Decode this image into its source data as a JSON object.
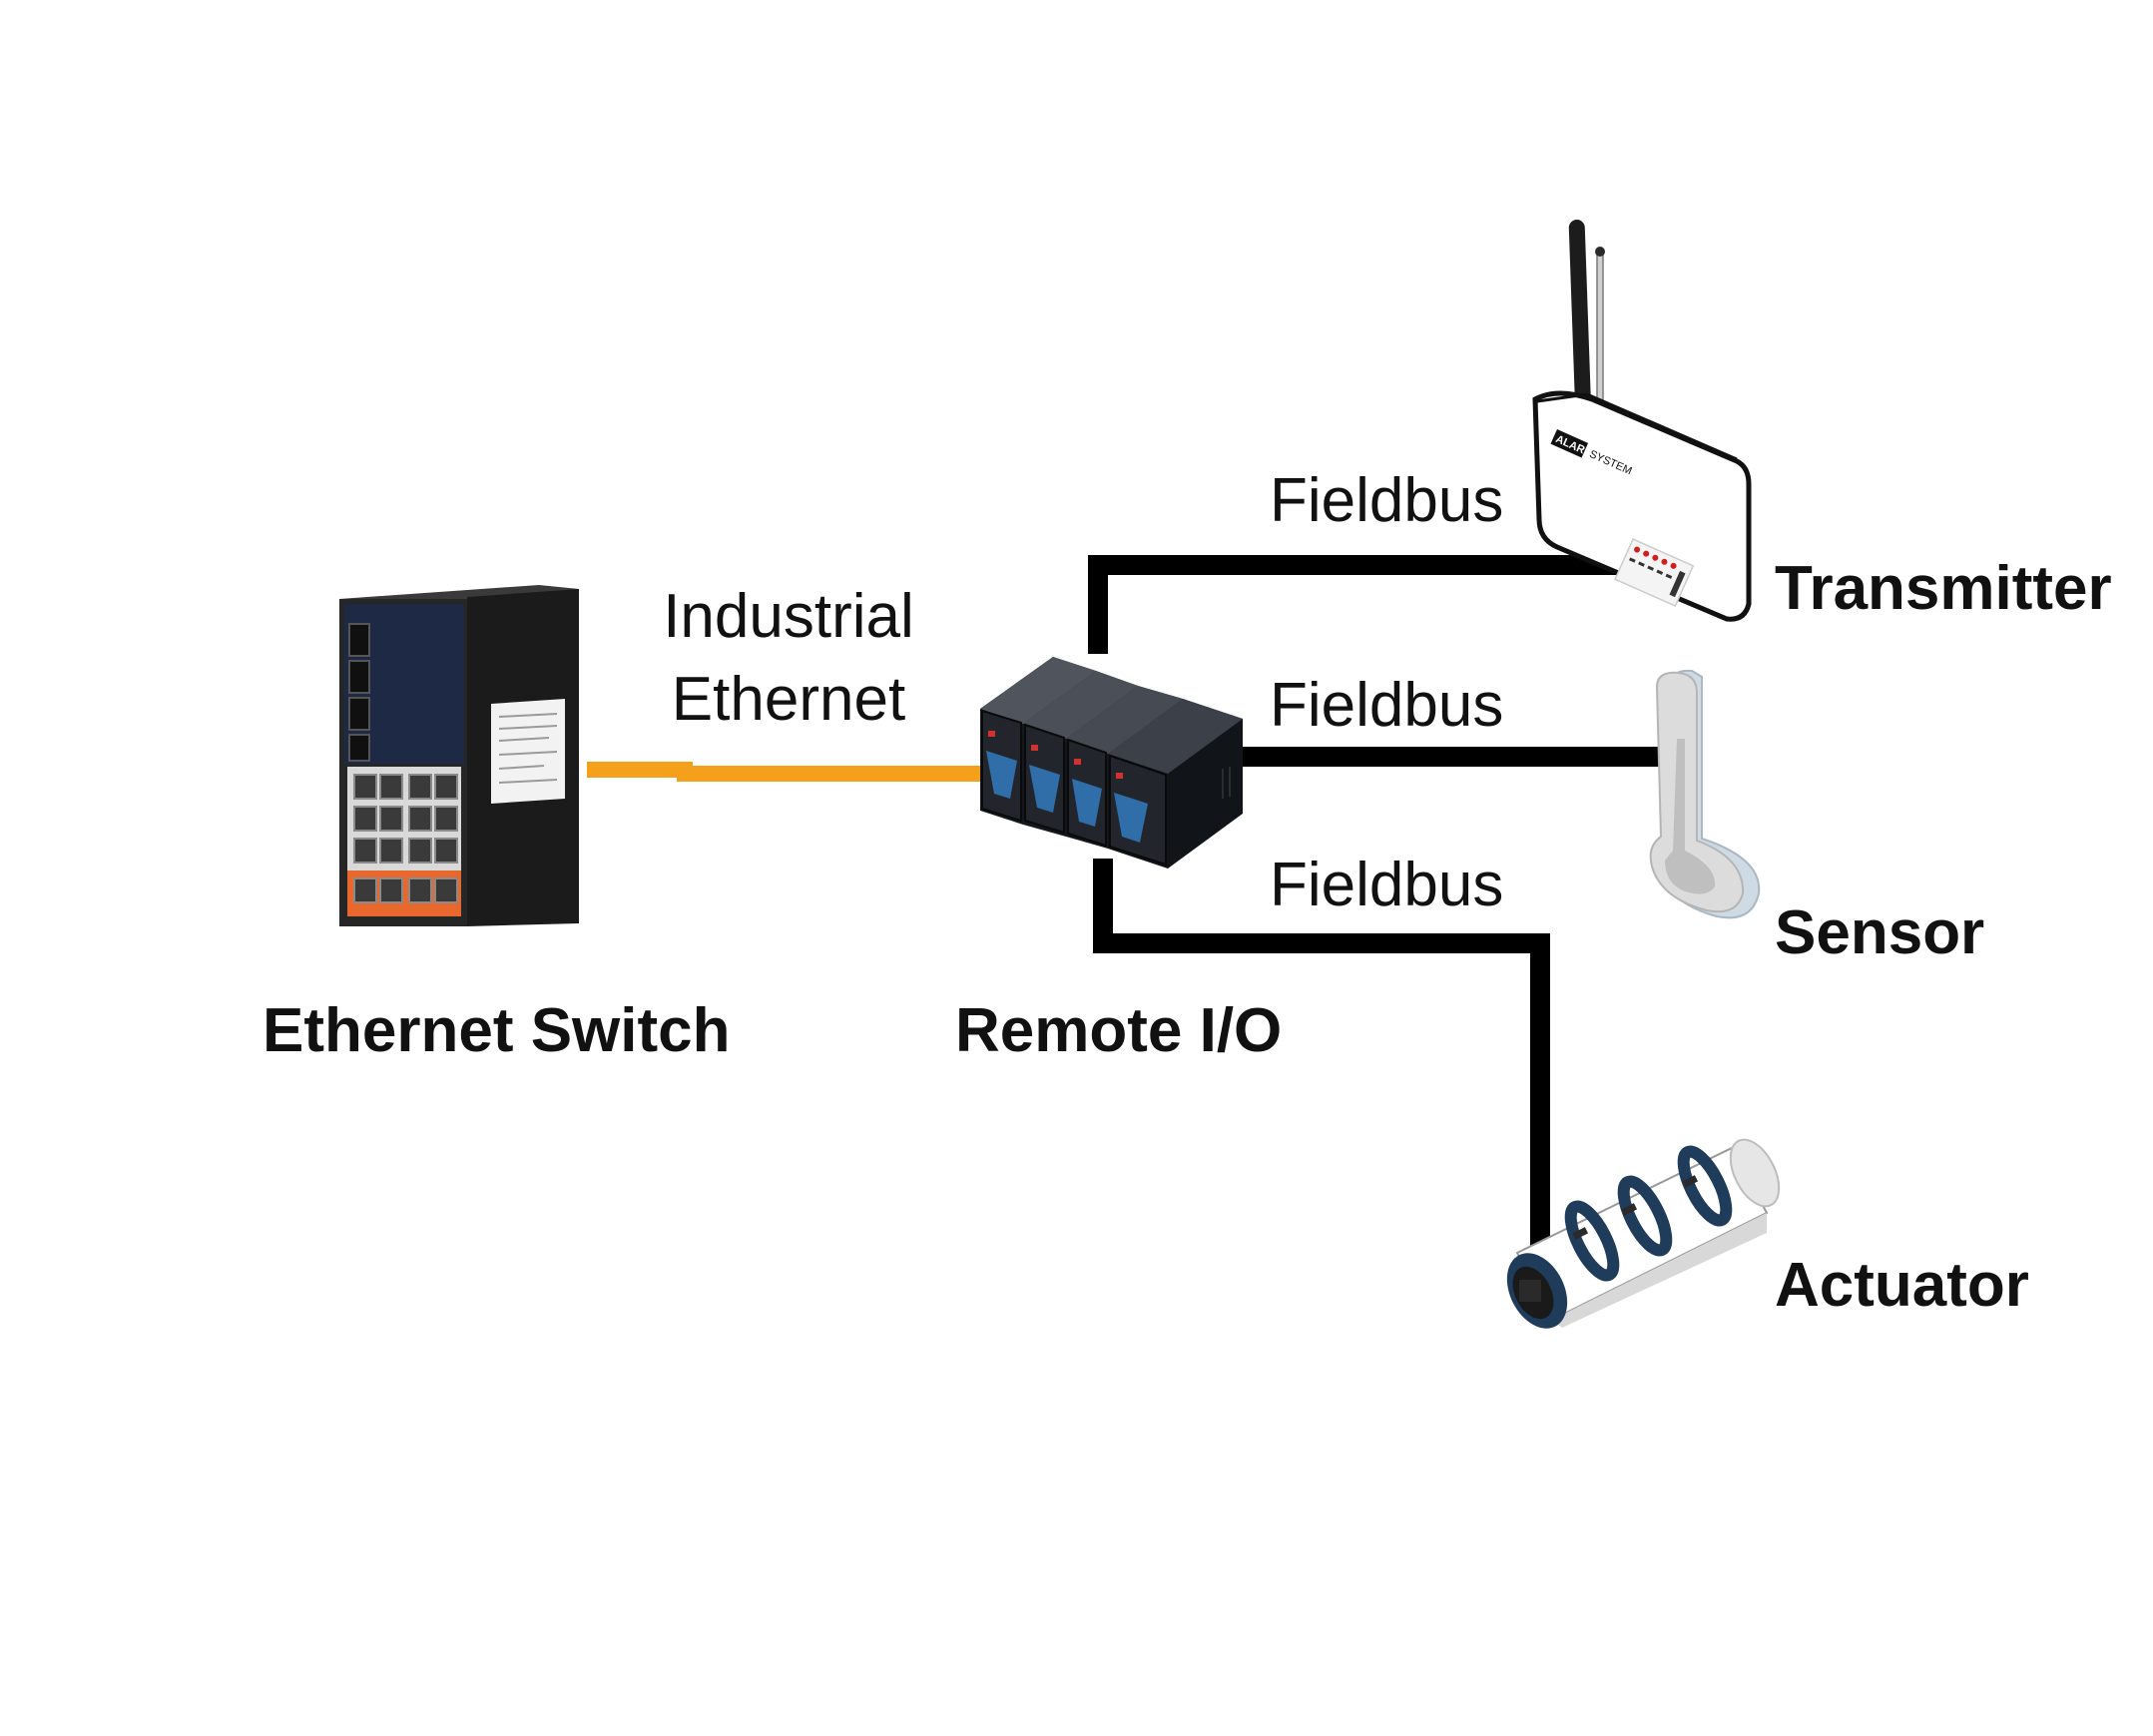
{
  "labels": {
    "industrial_ethernet_line1": "Industrial",
    "industrial_ethernet_line2": "Ethernet",
    "fieldbus_transmitter": "Fieldbus",
    "fieldbus_sensor": "Fieldbus",
    "fieldbus_actuator": "Fieldbus"
  },
  "devices": {
    "ethernet_switch": "Ethernet Switch",
    "remote_io": "Remote I/O",
    "transmitter": "Transmitter",
    "sensor": "Sensor",
    "actuator": "Actuator"
  },
  "transmitter_badge": {
    "brand": "ALARM",
    "model": "SYSTEM"
  },
  "colors": {
    "industrial_ethernet_line": "#f5a01a",
    "fieldbus_line": "#000000",
    "text": "#111111"
  }
}
